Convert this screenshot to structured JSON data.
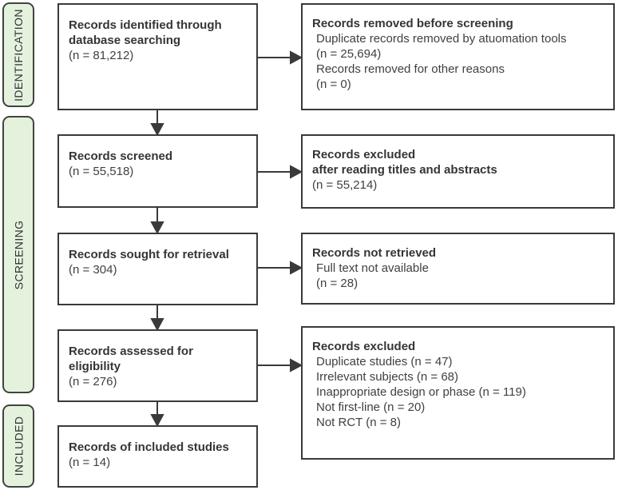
{
  "flow": {
    "stages": [
      "IDENTIFICATION",
      "SCREENING",
      "INCLUDED"
    ],
    "left": [
      {
        "title": [
          "Records identified through",
          "database searching"
        ],
        "body": [
          "(n = 81,212)"
        ]
      },
      {
        "title": [
          "Records screened"
        ],
        "body": [
          "(n = 55,518)"
        ]
      },
      {
        "title": [
          "Records sought for retrieval"
        ],
        "body": [
          "(n = 304)"
        ]
      },
      {
        "title": [
          "Records assessed for",
          "eligibility"
        ],
        "body": [
          "(n = 276)"
        ]
      },
      {
        "title": [
          "Records of included studies"
        ],
        "body": [
          "(n = 14)"
        ]
      }
    ],
    "right": [
      {
        "title": [
          "Records removed before screening"
        ],
        "body": [
          "Duplicate records removed by atuomation tools",
          "(n = 25,694)",
          "Records removed for other reasons",
          "(n = 0)"
        ]
      },
      {
        "title": [
          "Records excluded",
          "after reading titles and abstracts"
        ],
        "body": [
          "(n = 55,214)"
        ]
      },
      {
        "title": [
          "Records not retrieved"
        ],
        "body": [
          "Full text not available",
          "(n = 28)"
        ]
      },
      {
        "title": [
          "Records excluded"
        ],
        "body": [
          "Duplicate studies (n = 47)",
          "Irrelevant subjects (n = 68)",
          "Inappropriate design or phase (n = 119)",
          "Not first-line (n = 20)",
          "Not RCT (n = 8)"
        ]
      }
    ]
  },
  "colors": {
    "stage_fill": "#e4f2dd",
    "stage_border": "#3e463e",
    "box_border": "#3a3a3a",
    "arrow": "#3a3a3a",
    "text": "#3a3a3a",
    "background": "#ffffff"
  }
}
